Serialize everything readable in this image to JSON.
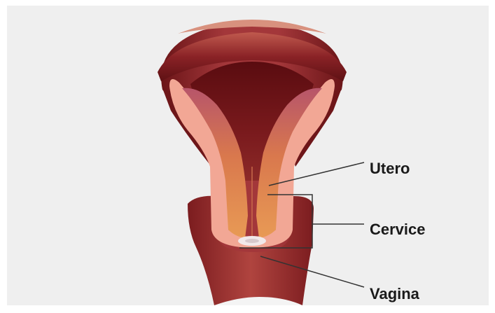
{
  "labels": {
    "utero": "Utero",
    "cervice": "Cervice",
    "vagina": "Vagina"
  },
  "colors": {
    "background": "#efefef",
    "muscle_dark": "#7a1a1d",
    "muscle_mid": "#9e3033",
    "lining_pink": "#e89a8c",
    "cavity_orange": "#e0884a",
    "leader_line": "#333333"
  }
}
